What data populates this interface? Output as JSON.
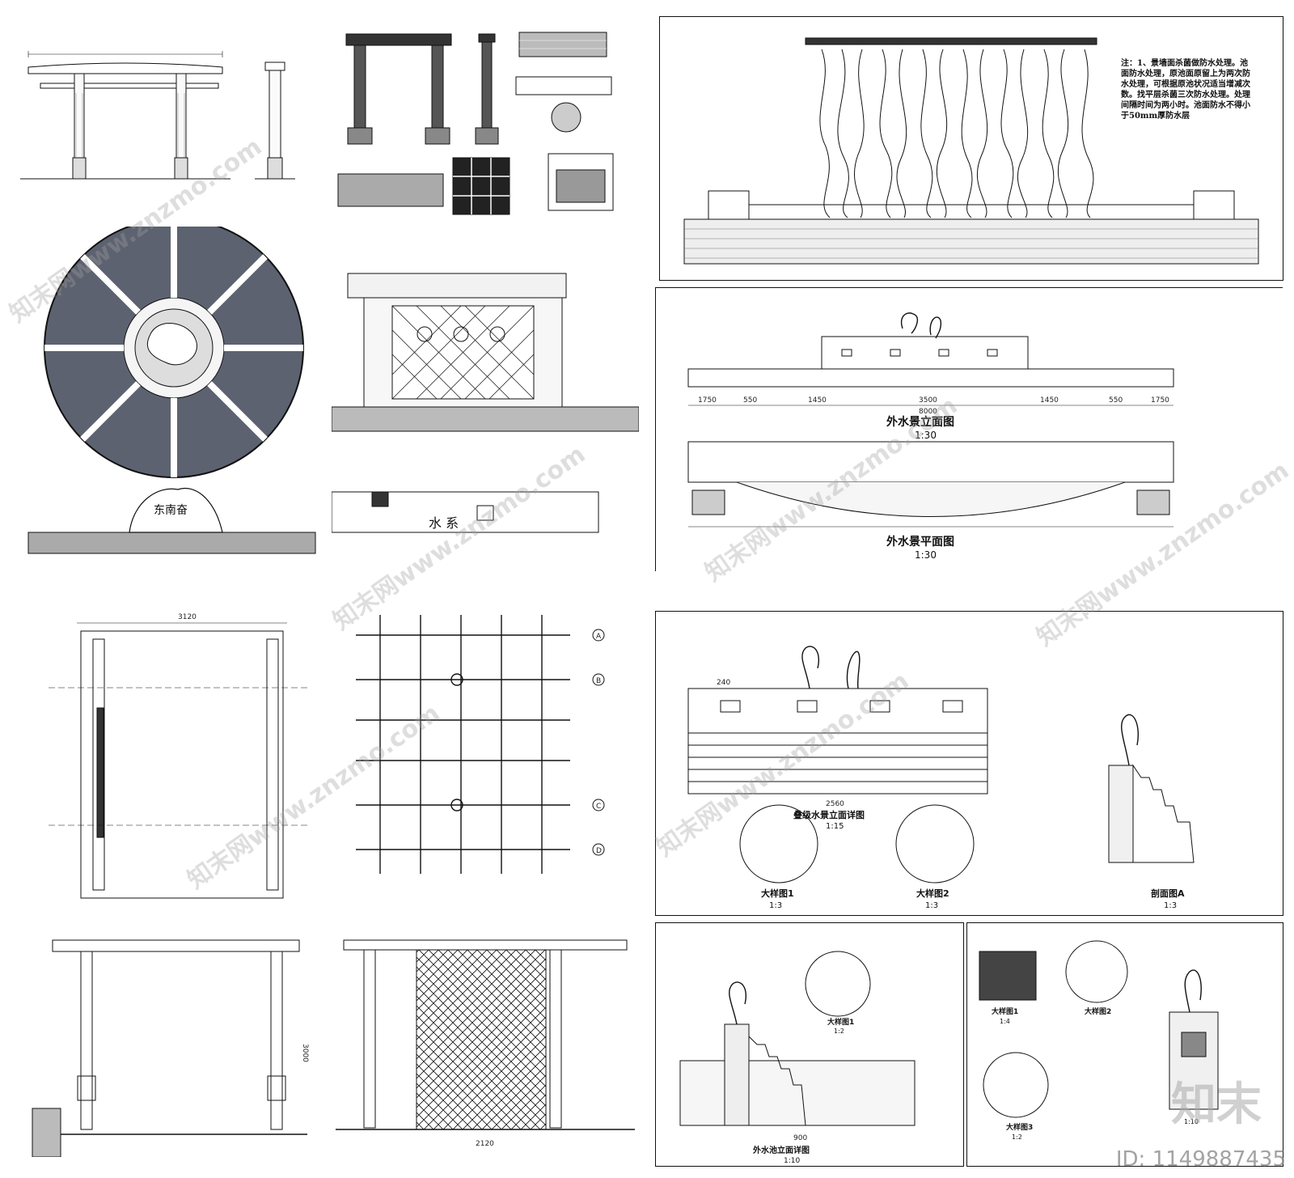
{
  "sheets": {
    "pond_plan": {
      "label": "东南奋"
    },
    "water_system": {
      "label": "水 系"
    },
    "curtain_fountain": {
      "note": "注：1、景墙面杀菌做防水处理。池面防水处理，原池面原留上为两次防水处理，可根据原池状况适当增减次数。找平层杀菌三次防水处理。处理间隔时间为两小时。池面防水不得小于50mm厚防水层"
    },
    "outer_feature": {
      "elev_title": "外水景立面图",
      "elev_scale": "1:30",
      "plan_title": "外水景平面图",
      "plan_scale": "1:30",
      "dims": [
        "1750",
        "550",
        "1450",
        "3500",
        "1450",
        "550",
        "1750"
      ],
      "total": "8000"
    },
    "cascade": {
      "title": "叠级水景立面详图",
      "scale": "1:15",
      "detail1": "大样图1",
      "detail2": "大样图2",
      "detail_scale": "1:3",
      "section": "剖面图A",
      "section_scale": "1:3",
      "dim_total": "2560",
      "dim_small": "240"
    },
    "outer_section": {
      "title": "外水池立面详图",
      "scale": "1:10",
      "detail1": "大样图1",
      "detail1_scale": "1:2",
      "total": "900"
    },
    "fountain_detail": {
      "d1": "大样图1",
      "d1_scale": "1:4",
      "d2": "大样图2",
      "d3": "大样图3",
      "d3_scale": "1:2",
      "elev_scale": "1:10"
    },
    "pergola_plan": {
      "width": "3120"
    },
    "grid_plan": {
      "axes": [
        "A",
        "B",
        "C",
        "D"
      ]
    },
    "front_elev": {
      "height": "3000"
    },
    "lattice_elev": {
      "width": "2120"
    }
  },
  "watermark": {
    "text": "知末网www.znzmo.com"
  },
  "logo": {
    "text": "知末"
  },
  "id_tag": {
    "text": "ID: 1149887435"
  }
}
